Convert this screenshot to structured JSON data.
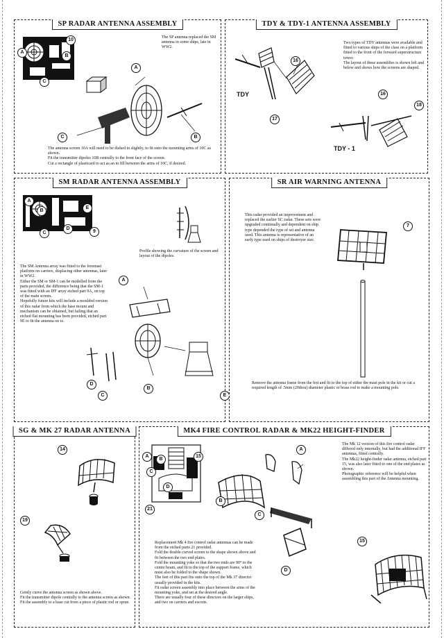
{
  "sections": {
    "sp": {
      "title": "SP RADAR ANTENNA ASSEMBLY",
      "intro": "The SP antenna replaced the SM antenna in some ships, late in WW2.",
      "note": "The antenna screen 10A will need to be dished in slightly, to fit onto the mounting arms of 10C as shown.\nFit the transmitter dipoles 10B centrally to the front face of the screen.\nCut a rectangle of plasticard to act as an in fill between the arms of 10C, if desired.",
      "part_number": "10",
      "callouts": [
        "A",
        "B",
        "C",
        "A",
        "B",
        "C"
      ]
    },
    "tdy": {
      "title": "TDY & TDY-1 ANTENNA ASSEMBLY",
      "intro": "Two types of TDY antennas were available and fitted to various ships of the class on a platform fitted to the front of the forward superstructure tower.\nThe layout of these assemblies is shown left and below and shows how the screens are shaped.",
      "label_tdy": "TDY",
      "label_tdy1": "TDY - 1",
      "callouts": [
        "16",
        "17",
        "16",
        "18"
      ]
    },
    "sm": {
      "title": "SM RADAR ANTENNA ASSEMBLY",
      "profile_caption": "Profile showing the curvature of the screen and layout of the dipoles.",
      "body": "The SM Antenna array was fitted to the foremast platform on carriers, displacing other antennas, later in WW2.\nEither the SM or SM-1 can be modelled from the parts provided, the difference being that the SM-1 was fitted with an IFF array etched part 9A, on top of the main screen.\nHopefully future kits will include a moulded version of this radar from which the base mount and mechanism can be obtained, but failing that an etched flat mounting has been provided, etched part 9E to fit the antenna on to.",
      "part_number": "9",
      "callouts": [
        "A",
        "B",
        "C",
        "D",
        "E",
        "A",
        "B",
        "C",
        "D",
        "E"
      ]
    },
    "sr": {
      "title": "SR AIR WARNING ANTENNA",
      "intro": "This radar provided an improvement and replaced the earlier SC radar. These sets were upgraded continually and dependent on ship type depended the type of set and antenna used. This antenna is representative of an early type used on ships of destroyer size.",
      "note": "Remove the antenna frame from the fret and fit to the top of either the mast pole in the kit or cut a required length of .5mm (20thou) diameter plastic or brass rod to make a mounting pole.",
      "part_number": "7"
    },
    "sg": {
      "title": "SG & MK 27 RADAR ANTENNA",
      "callouts": [
        "14",
        "19"
      ],
      "note": "Gently curve the antenna screen as shown above.\nFit the transmitter dipole centrally to the antenna screen as shown.\nFit the assembly to a base cut from a piece of plastic rod or sprue."
    },
    "mk4": {
      "title": "MK4 FIRE CONTROL RADAR & MK22 HEIGHT-FINDER",
      "intro": "The Mk 12 version of this fire control radar differed only internally, but had the additional IFF antennas, fitted centrally.\nThe Mk22 height-finder radar antenna, etched part 15, was also later fitted to one of the end plates as shown.\nPhotographic reference will be helpful when assembling this part of the Antenna mounting.",
      "body": "Replacement Mk 4 fire control radar antennas can be made from the etched parts 21 provided.\nFold the double curved screen to the shape shown above and fit between the two end plates.\nFold the mounting yoke so that the two ends are 90° to the centre beam, and fit to the top of the support frame, which must also be folded to the shape shown.\nThe feet of this part fits onto the top of the Mk 37 director usually provided in the kits.\nFit radar screen assembly into place between the arms of the mounting yoke, and set at the desired angle.\nThere are usually four of these directors on the larger ships, and two on carriers and escorts.",
      "callouts": [
        "A",
        "B",
        "C",
        "D",
        "15",
        "21",
        "A",
        "B",
        "C",
        "D",
        "15"
      ]
    }
  }
}
